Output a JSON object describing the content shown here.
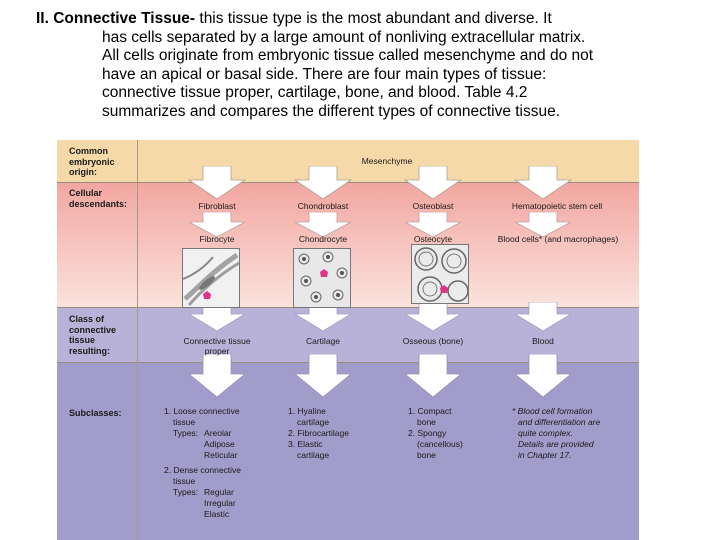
{
  "intro": {
    "heading": "II. Connective Tissue-",
    "line1_rest": " this tissue type is the most abundant and diverse.  It",
    "lines": [
      "has cells separated by a large amount of nonliving extracellular matrix.",
      "All cells originate from embryonic tissue called mesenchyme and do not",
      "have an apical or basal side. There are four main types of tissue:",
      "connective tissue proper, cartilage, bone, and blood. Table 4.2",
      "summarizes and compares the different types of connective tissue."
    ]
  },
  "figure": {
    "row_labels": {
      "origin": [
        "Common",
        "embryonic",
        "origin:"
      ],
      "descendants": [
        "Cellular",
        "descendants:"
      ],
      "class": [
        "Class of",
        "connective",
        "tissue",
        "resulting:"
      ],
      "subclasses": [
        "Subclasses:"
      ]
    },
    "origin": "Mesenchyme",
    "blast_cells": [
      "Fibroblast",
      "Chondroblast",
      "Osteoblast",
      "Hematopoietic stem cell"
    ],
    "mature_cells": [
      "Fibrocyte",
      "Chondrocyte",
      "Osteocyte",
      "Blood cells* (and macrophages)"
    ],
    "classes": [
      [
        "Connective tissue",
        "proper"
      ],
      [
        "Cartilage"
      ],
      [
        "Osseous (bone)"
      ],
      [
        "Blood"
      ]
    ],
    "subclasses": {
      "ct_proper": {
        "loose": [
          "1. Loose connective",
          "tissue"
        ],
        "loose_types_label": "Types:",
        "loose_types": [
          "Areolar",
          "Adipose",
          "Reticular"
        ],
        "dense": [
          "2. Dense connective",
          "tissue"
        ],
        "dense_types_label": "Types:",
        "dense_types": [
          "Regular",
          "Irregular",
          "Elastic"
        ]
      },
      "cartilage": [
        [
          "1. Hyaline",
          "cartilage"
        ],
        [
          "2. Fibrocartilage"
        ],
        [
          "3. Elastic",
          "cartilage"
        ]
      ],
      "bone": [
        [
          "1. Compact",
          "bone"
        ],
        [
          "2. Spongy",
          "(cancellous)",
          "bone"
        ]
      ],
      "blood_note": [
        "* Blood cell formation",
        "and differentiation are",
        "quite complex.",
        "Details are provided",
        "in Chapter 17."
      ]
    },
    "colors": {
      "origin_band": "#f5d9a8",
      "descendant_band": "#f2a6a0",
      "descendant_fade": "#fbe2dd",
      "class_band": "#b8b2d8",
      "subclass_band": "#a29ccb",
      "arrow_fill": "#ffffff",
      "cell_marker": "#e0338a"
    }
  }
}
